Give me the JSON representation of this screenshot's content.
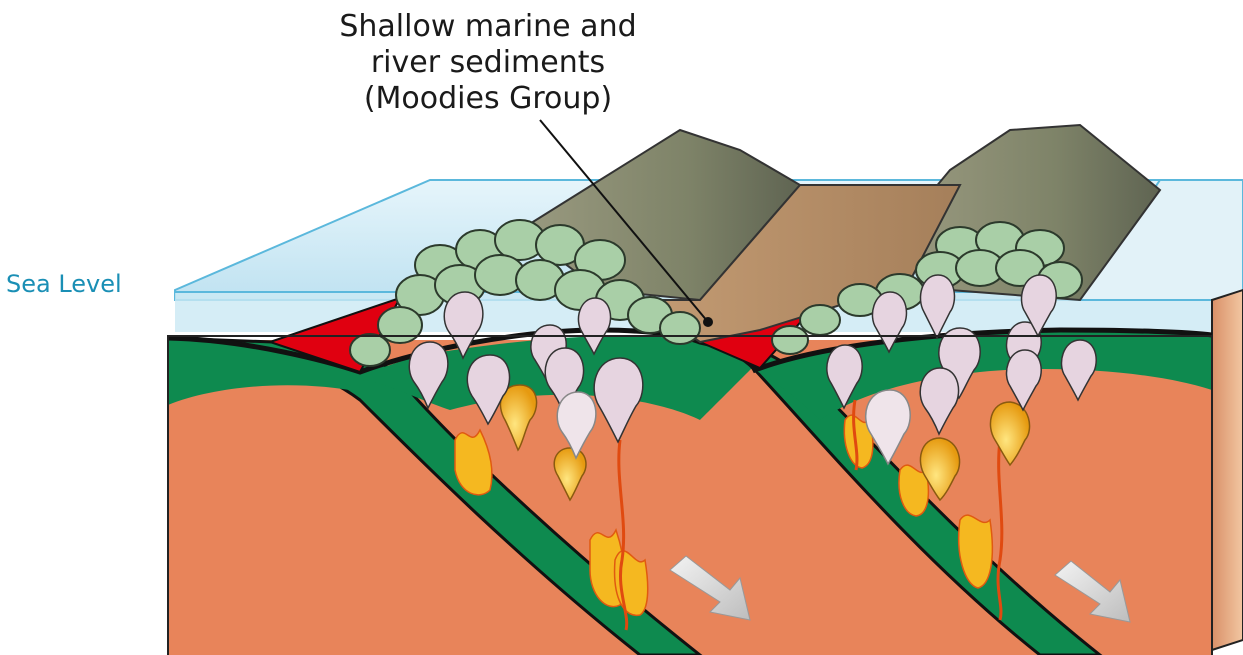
{
  "labels": {
    "sediment_line1": "Shallow marine and",
    "sediment_line2": "river sediments",
    "sediment_line3": "(Moodies Group)",
    "sea_level": "Sea Level"
  },
  "colors": {
    "water": "#cfe9f4",
    "water_edge": "#5bb8dc",
    "mantle": "#e8845a",
    "plate": "#0e8a4f",
    "sediment": "#b48c64",
    "mountain": "#8f9070",
    "pillow": "#a9cfa7",
    "melt": "#f0b820",
    "volcanic": "#e00010",
    "droplet": "#e6d4e0"
  }
}
